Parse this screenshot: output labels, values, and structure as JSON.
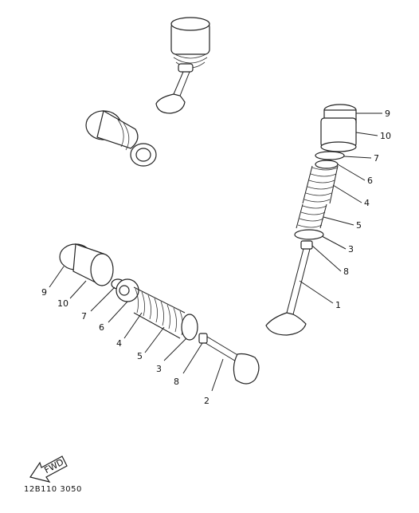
{
  "callouts": {
    "right": [
      "9",
      "10",
      "7",
      "6",
      "4",
      "5",
      "3",
      "8",
      "1"
    ],
    "left": [
      "9",
      "10",
      "7",
      "6",
      "4",
      "5",
      "3",
      "8",
      "2"
    ]
  },
  "fwd_label": "FWD",
  "part_code": "12B110 3050"
}
